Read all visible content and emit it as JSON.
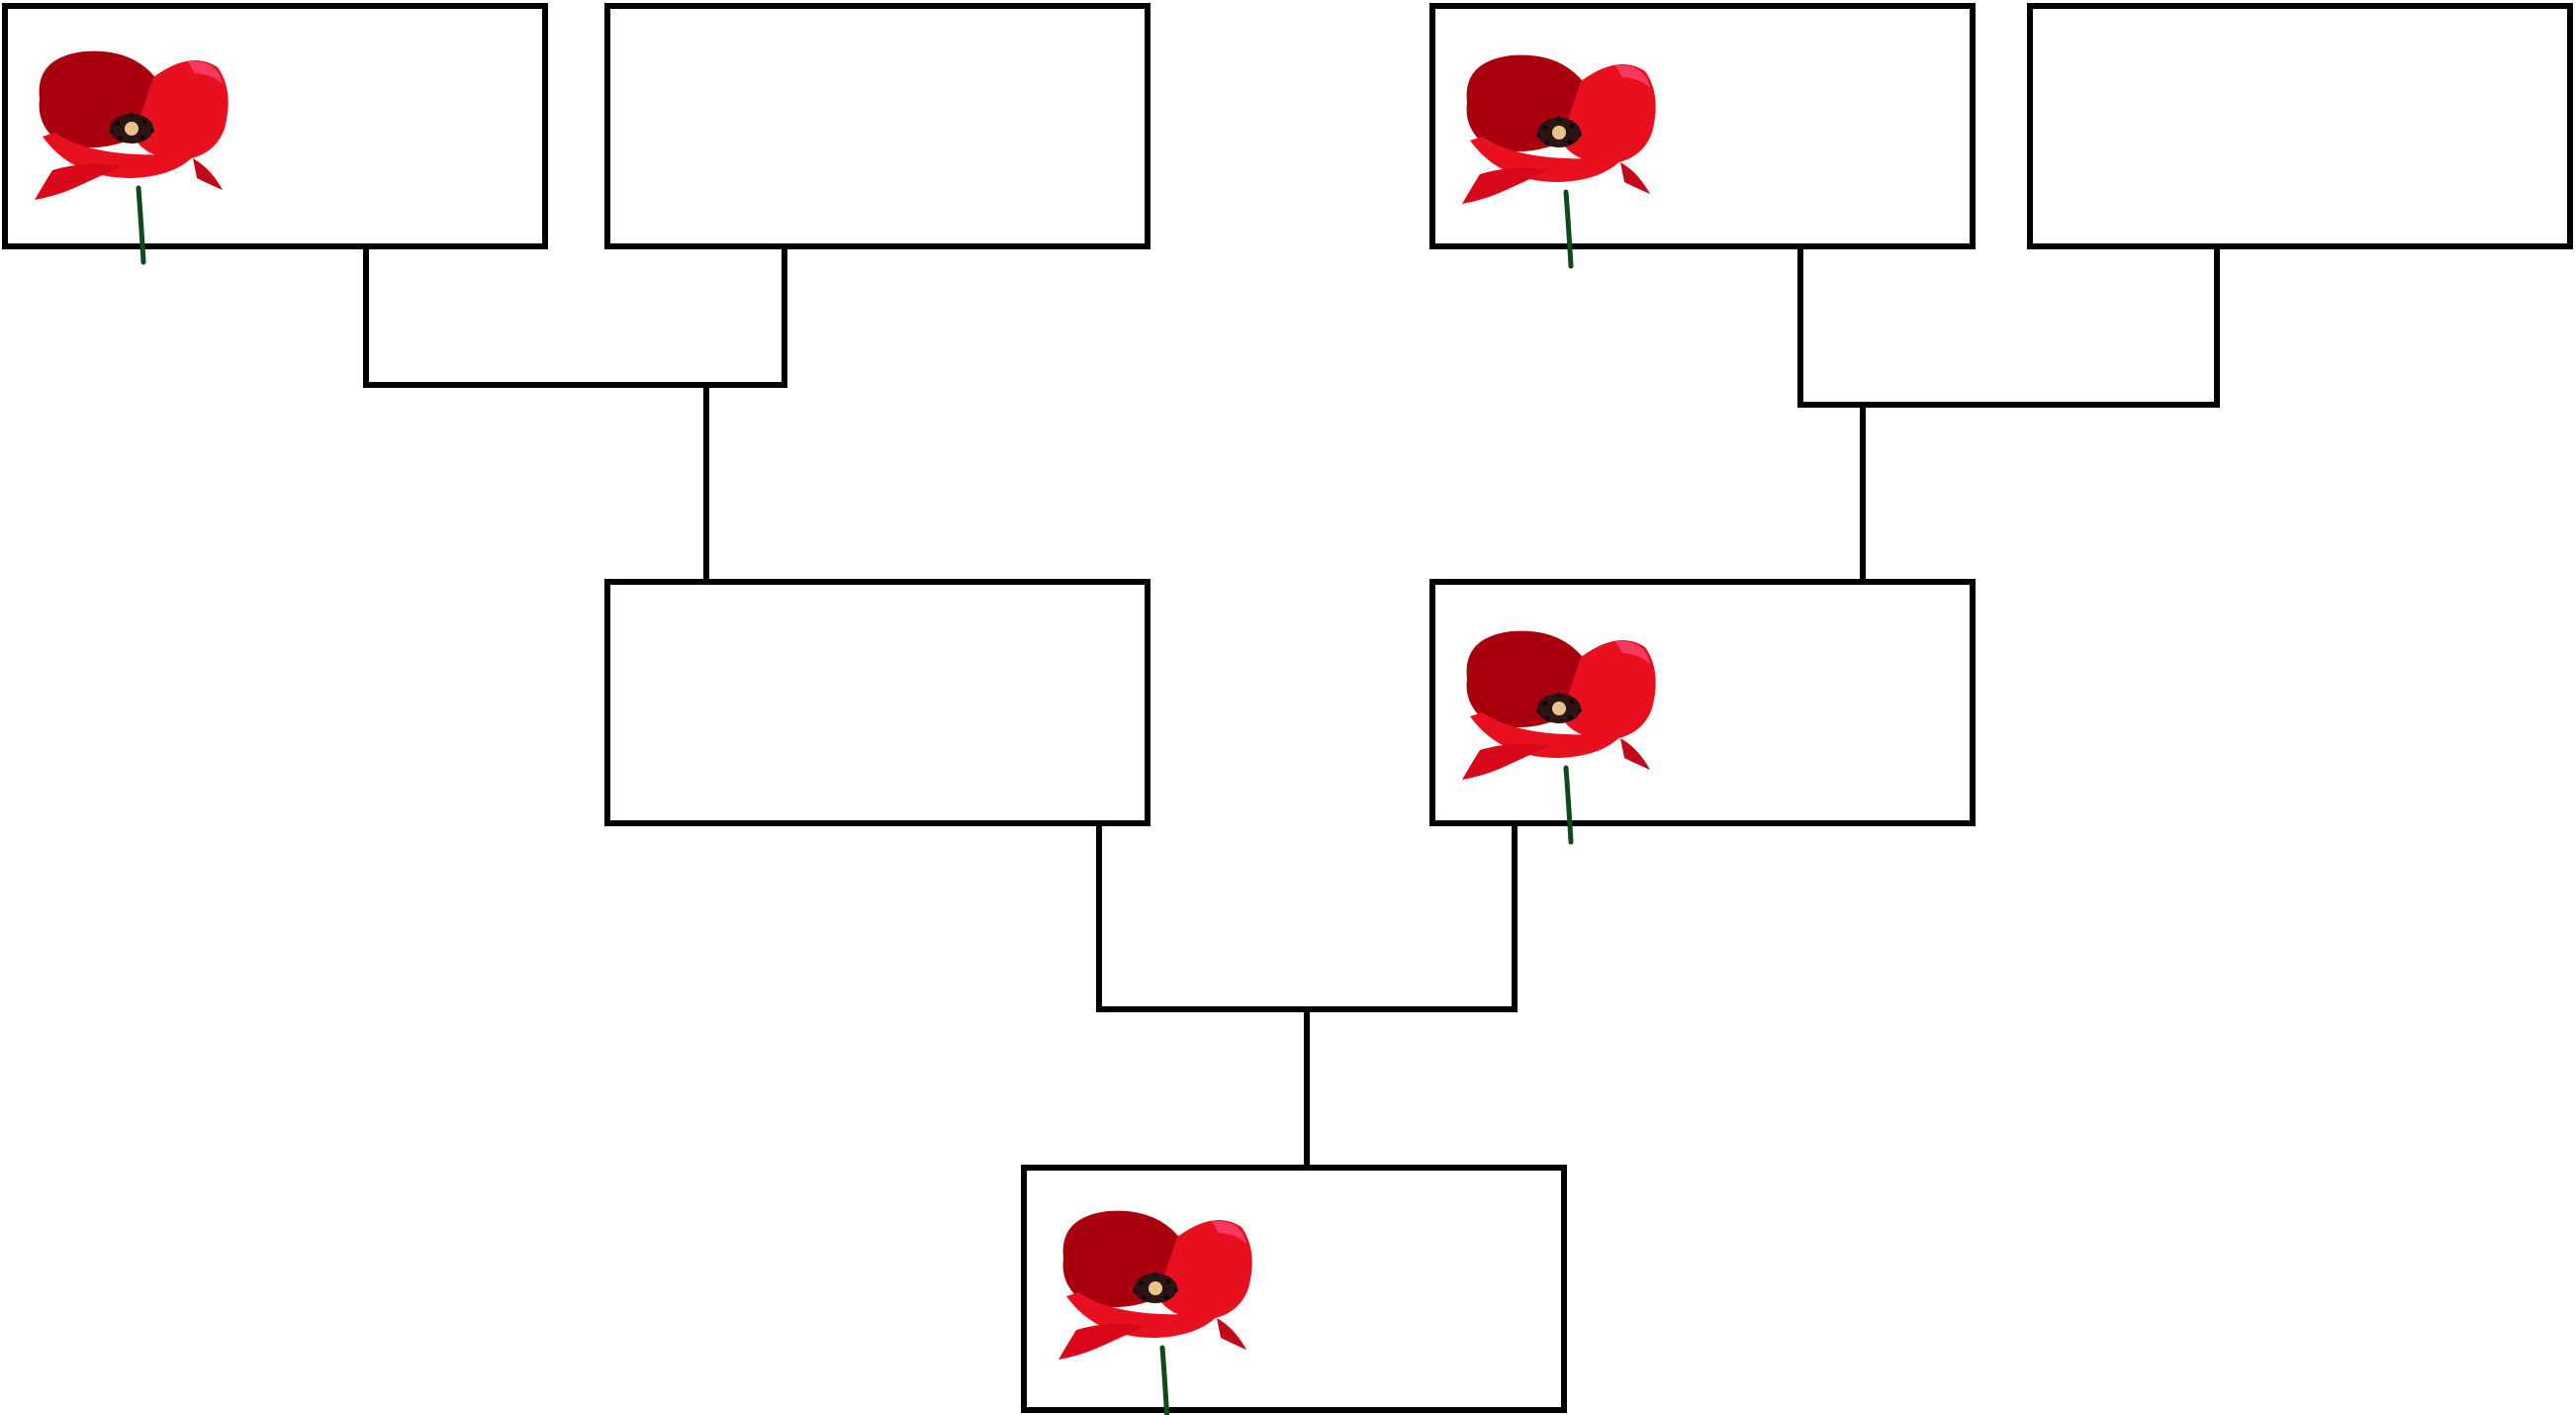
{
  "diagram": {
    "type": "family-tree",
    "line_color": "#000000",
    "box_border_color": "#000000",
    "box_fill_color": "#ffffff",
    "boxes": [
      {
        "id": "great-grandparent-1",
        "generation": 3,
        "label": "",
        "has_poppy": true
      },
      {
        "id": "great-grandparent-2",
        "generation": 3,
        "label": "",
        "has_poppy": false
      },
      {
        "id": "great-grandparent-3",
        "generation": 3,
        "label": "",
        "has_poppy": true
      },
      {
        "id": "great-grandparent-4",
        "generation": 3,
        "label": "",
        "has_poppy": false
      },
      {
        "id": "grandparent-1",
        "generation": 2,
        "label": "",
        "has_poppy": false
      },
      {
        "id": "grandparent-2",
        "generation": 2,
        "label": "",
        "has_poppy": true
      },
      {
        "id": "self",
        "generation": 1,
        "label": "",
        "has_poppy": true
      }
    ],
    "links": [
      {
        "parents": [
          "great-grandparent-1",
          "great-grandparent-2"
        ],
        "child": "grandparent-1"
      },
      {
        "parents": [
          "great-grandparent-3",
          "great-grandparent-4"
        ],
        "child": "grandparent-2"
      },
      {
        "parents": [
          "grandparent-1",
          "grandparent-2"
        ],
        "child": "self"
      }
    ],
    "poppy_icon": {
      "name": "poppy-icon",
      "petal_color": "#e8101e",
      "petal_dark_color": "#a8000f",
      "center_color": "#2a1414",
      "stamen_color": "#e9c48a",
      "stem_color": "#0f4a1a"
    }
  }
}
